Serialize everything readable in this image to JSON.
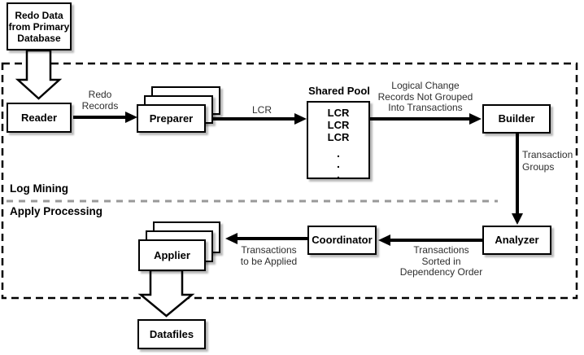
{
  "diagram": {
    "source": {
      "label": "Redo Data\nfrom Primary\nDatabase"
    },
    "sections": {
      "log_mining": "Log Mining",
      "apply_processing": "Apply Processing"
    },
    "nodes": {
      "reader": "Reader",
      "preparer": "Preparer",
      "builder": "Builder",
      "analyzer": "Analyzer",
      "coordinator": "Coordinator",
      "applier": "Applier",
      "datafiles": "Datafiles"
    },
    "shared_pool": {
      "title": "Shared Pool",
      "items": [
        "LCR",
        "LCR",
        "LCR"
      ],
      "dot": "."
    },
    "edges": {
      "redo_records": "Redo\nRecords",
      "lcr": "LCR",
      "not_grouped": "Logical Change\nRecords Not Grouped\nInto Transactions",
      "transaction_groups": "Transaction\nGroups",
      "sorted": "Transactions\nSorted in\nDependency Order",
      "to_be_applied": "Transactions\nto be Applied"
    },
    "colors": {
      "line": "#000000",
      "divider": "#999999",
      "box_fill": "#ffffff",
      "page_bg": "#ffffff"
    }
  }
}
